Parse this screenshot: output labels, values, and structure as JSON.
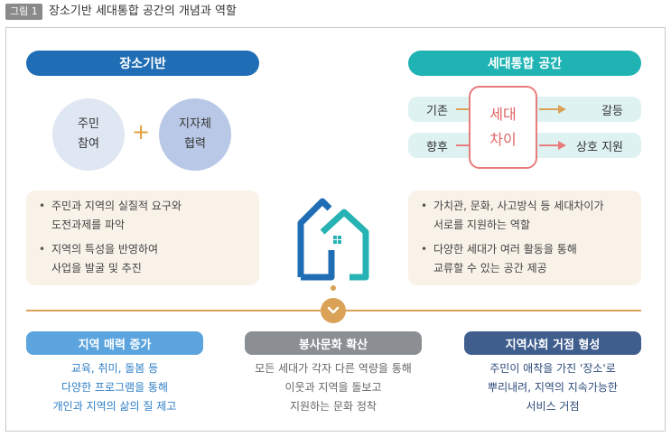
{
  "figure": {
    "tag": "그림 1",
    "title": "장소기반 세대통합 공간의 개념과 역할"
  },
  "left": {
    "header": "장소기반",
    "circle1": [
      "주민",
      "참여"
    ],
    "plus": "+",
    "circle2": [
      "지자체",
      "협력"
    ],
    "bullets": [
      [
        "주민과 지역의 실질적 요구와",
        "도전과제를 파악"
      ],
      [
        "지역의 특성을 반영하여",
        "사업을 발굴 및 추진"
      ]
    ]
  },
  "right": {
    "header": "세대통합 공간",
    "row1_left": "기존",
    "row1_right": "갈등",
    "row2_left": "향후",
    "row2_right": "상호 지원",
    "center": [
      "세대",
      "차이"
    ],
    "bullets": [
      [
        "가치관, 문화, 사고방식 등 세대차이가",
        "서로를 지원하는 역할"
      ],
      [
        "다양한 세대가 여러 활동을 통해",
        "교류할 수 있는 공간 제공"
      ]
    ]
  },
  "colors": {
    "left_header": "#1f6db4",
    "right_header": "#1fb3b3",
    "accent": "#d9a257",
    "house_blue": "#1f6db4",
    "house_teal": "#27b3b3"
  },
  "outcomes": [
    {
      "label": "지역 매력 증가",
      "lines": [
        "교육, 취미, 돌봄 등",
        "다양한 프로그램을 통해",
        "개인과 지역의 삶의 질 제고"
      ]
    },
    {
      "label": "봉사문화 확산",
      "lines": [
        "모든 세대가 각자 다른 역량을 통해",
        "이웃과 지역을 돌보고",
        "지원하는 문화 정착"
      ]
    },
    {
      "label": "지역사회 거점 형성",
      "lines": [
        "주민이 애착을 가진 '장소'로",
        "뿌리내려, 지역의 지속가능한",
        "서비스 거점"
      ]
    }
  ]
}
